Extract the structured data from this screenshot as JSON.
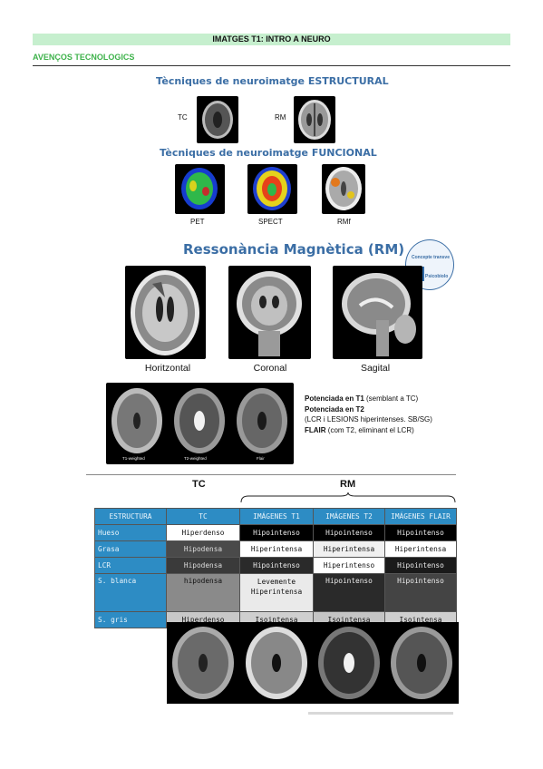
{
  "header": {
    "title": "IMATGES T1: INTRO A NEURO"
  },
  "section": {
    "title": "AVENÇOS TECNOLOGICS"
  },
  "figure1": {
    "title_structural": "Tècniques de neuroimatge ESTRUCTURAL",
    "label_tc": "TC",
    "label_rm": "RM",
    "title_functional": "Tècniques de neuroimatge FUNCIONAL",
    "label_pet": "PET",
    "label_spect": "SPECT",
    "label_rmf": "RMf"
  },
  "figure2": {
    "title": "Ressonància Magnètica (RM)",
    "logo_top": "Concepte transve",
    "logo_bottom": "Psicobiolo",
    "views": [
      "Horitzontal",
      "Coronal",
      "Sagital"
    ]
  },
  "figure3": {
    "captions": [
      "T1-weighted",
      "T2-weighted",
      "Flair"
    ],
    "legend": {
      "t1_bold": "Potenciada en T1",
      "t1_rest": " (semblant a TC)",
      "t2_bold": "Potenciada en T2",
      "t2_note": "(LCR i LESIONS hiperintenses. SB/SG)",
      "flair_bold": "FLAIR",
      "flair_rest": " (com T2, eliminant el LCR)"
    }
  },
  "table": {
    "top_tc": "TC",
    "top_rm": "RM",
    "headers": [
      "ESTRUCTURA",
      "TC",
      "IMÁGENES T1",
      "IMÁGENES T2",
      "IMÁGENES FLAIR"
    ],
    "rows": [
      {
        "name": "Hueso",
        "tc": "Hiperdenso",
        "t1": "Hipointenso",
        "t2": "Hipointenso",
        "flair": "Hipointenso"
      },
      {
        "name": "Grasa",
        "tc": "Hipodensa",
        "t1": "Hiperintensa",
        "t2": "Hiperintensa",
        "flair": "Hiperintensa"
      },
      {
        "name": "LCR",
        "tc": "Hipodensa",
        "t1": "Hipointenso",
        "t2": "Hiperintenso",
        "flair": "Hipointenso"
      },
      {
        "name": "S. blanca",
        "tc": "hipodensa",
        "t1": "Levemente",
        "t1b": "Hiperintensa",
        "t2": "Hipointenso",
        "flair": "Hipointenso"
      },
      {
        "name": "S. gris",
        "tc": "Hiperdenso",
        "t1": "Isointensa",
        "t2": "Isointensa",
        "flair": "Isointensa"
      }
    ]
  },
  "colors": {
    "header_bg": "#c6efce",
    "section_green": "#3db24a",
    "title_blue": "#3b6ea5",
    "table_blue": "#2d8cc4"
  }
}
